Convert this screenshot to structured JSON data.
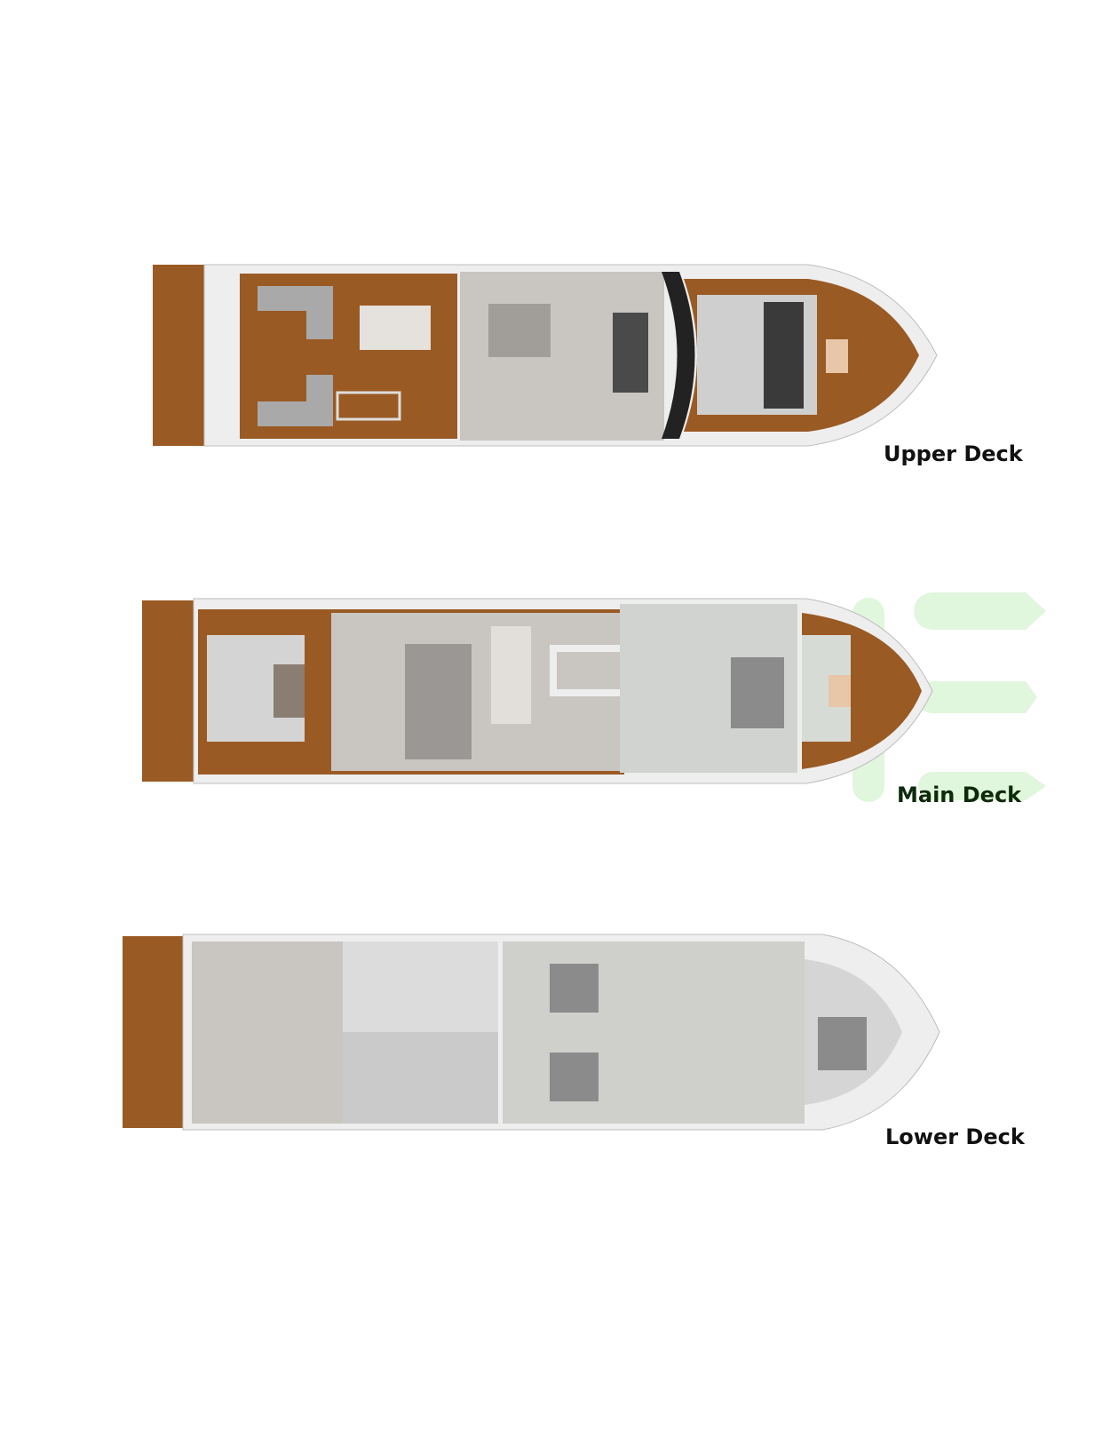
{
  "decks": [
    {
      "name": "Upper Deck",
      "label_color": "#111111"
    },
    {
      "name": "Main Deck",
      "label_color": "#0d2a0d"
    },
    {
      "name": "Lower Deck",
      "label_color": "#111111"
    }
  ],
  "colors": {
    "teak": "#9a5a24",
    "hull": "#eeeeee",
    "interior": "#c9c6c2",
    "watermark": "#b7ebb3"
  }
}
